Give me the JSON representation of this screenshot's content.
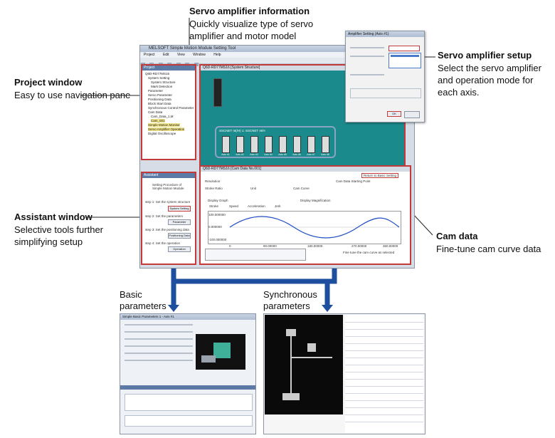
{
  "callouts": {
    "servo_info": {
      "title": "Servo amplifier information",
      "desc": [
        "Quickly visualize type of servo",
        "amplifier and motor model"
      ]
    },
    "servo_setup": {
      "title": "Servo amplifier setup",
      "desc": [
        "Select the servo amplifier",
        "and operation mode for",
        "each axis."
      ]
    },
    "project": {
      "title": "Project window",
      "desc": [
        "Easy to use navigation pane"
      ]
    },
    "assistant": {
      "title": "Assistant window",
      "desc": [
        "Selective tools further",
        "simplifying setup"
      ]
    },
    "cam": {
      "title": "Cam data",
      "desc": [
        "Fine-tune cam curve data"
      ]
    },
    "basic": {
      "title": [
        "Basic",
        "parameters"
      ]
    },
    "sync": {
      "title": [
        "Synchronous",
        "parameters"
      ]
    }
  },
  "app": {
    "title": "MELSOFT Simple Motion Module Setting Tool",
    "menu": [
      "Project",
      "Edit",
      "View",
      "Window",
      "Help"
    ],
    "project_window": {
      "header": "Project",
      "items": [
        "Q6D-RD77MS16",
        "System Setting",
        "System Structure",
        "Mark Detection",
        "Parameter",
        "Servo Parameter",
        "Positioning Data",
        "Block Start Data",
        "Synchronous Control Parameter",
        "Cam Data",
        "Cam_Data_1,M",
        "Cam_001",
        "Simple Motion Monitor",
        "Servo Amplifier Operation",
        "Digital Oscilloscope"
      ]
    },
    "assistant_window": {
      "header": "Assistant",
      "steps": [
        "Setting Procedure of Simple Motion Module",
        "step 1: Set the system structure",
        "step 2: Set the parameters",
        "step 3: Set the positioning data",
        "step 4: Set the operation"
      ],
      "buttons": [
        "System Setting",
        "Parameter",
        "Positioning Data",
        "Operation"
      ]
    },
    "servo_area": {
      "tab": "Q6D-RD77MS16 [System Structure]",
      "network_label": "SSCNET III(/H) 1: SSCNET III/H",
      "axes": [
        "Axis #1",
        "Axis #2",
        "Axis #3",
        "Axis #4",
        "Axis #5",
        "Axis #6",
        "Axis #7",
        "Axis #8"
      ]
    },
    "cam_window": {
      "tab": "Q6D-RD77MS16 [Cam Data No.001]",
      "labels": [
        "Resolution",
        "Cam Data Starting Point",
        "Stroke Ratio",
        "Unit",
        "Cam Curve",
        "Display Graph",
        "Display Magnification",
        "Return to Basic Setting"
      ],
      "legend": [
        "Stroke",
        "Speed",
        "Acceleration",
        "Jerk"
      ],
      "y_ticks": [
        "100.000000",
        "0.000000",
        "-100.000000"
      ],
      "x_ticks": [
        "0",
        "90.00000",
        "180.00000",
        "270.00000",
        "360.00000"
      ],
      "footer": "Fine tune the cam curve as selected"
    }
  },
  "setup_dialog": {
    "title": "Amplifier Setting (Axis #1)",
    "ok": "OK"
  },
  "basic_window": {
    "title": "Simple Basic Parameters 1 - Axis #1"
  },
  "colors": {
    "highlight_red": "#c23a3a",
    "arrow_blue": "#1d4f9e",
    "servo_bg": "#1a8a8d"
  }
}
